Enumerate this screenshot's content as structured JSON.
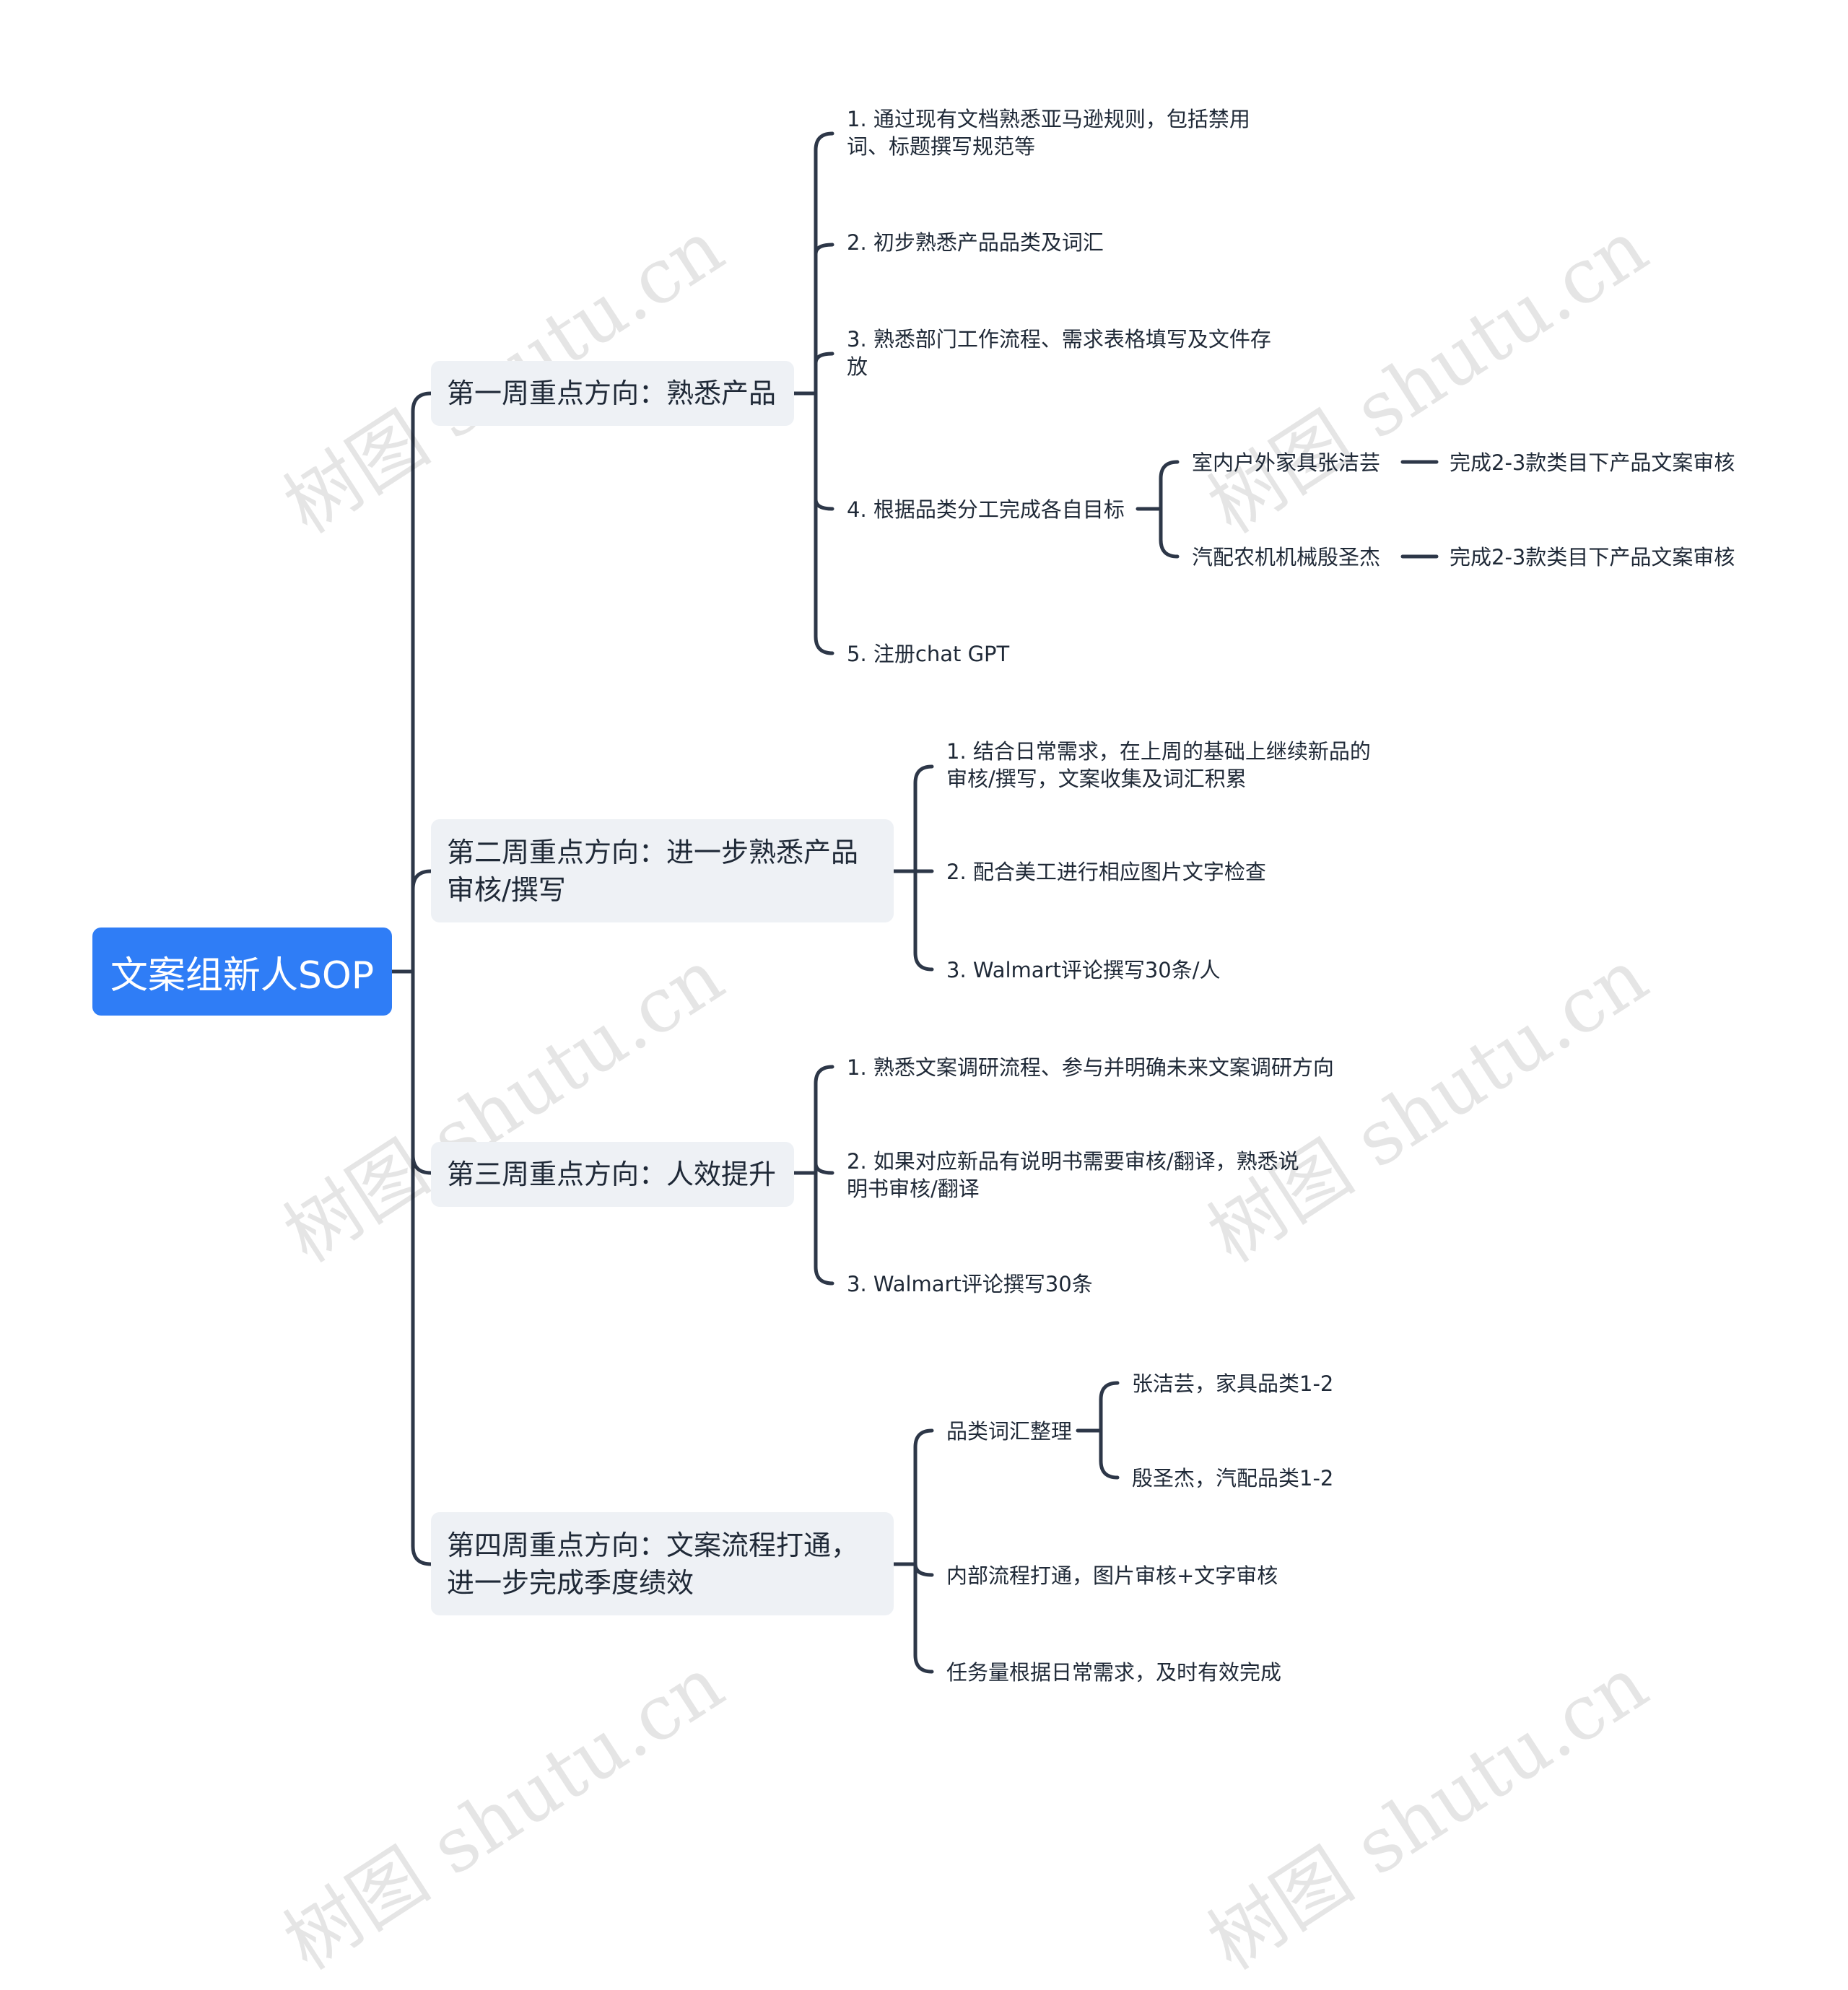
{
  "root": "文案组新人SOP",
  "watermark": "树图 shutu.cn",
  "colors": {
    "root_bg": "#2f7df6",
    "branch_bg": "#eef1f5",
    "line": "#2d3748",
    "text": "#1f2937"
  },
  "branches": [
    {
      "label": "第一周重点方向：熟悉产品",
      "children": [
        {
          "label": "1. 通过现有文档熟悉亚马逊规则，包括禁用词、标题撰写规范等"
        },
        {
          "label": "2. 初步熟悉产品品类及词汇"
        },
        {
          "label": "3. 熟悉部门工作流程、需求表格填写及文件存放"
        },
        {
          "label": "4. 根据品类分工完成各自目标",
          "children": [
            {
              "label": "室内户外家具张洁芸",
              "children": [
                {
                  "label": "完成2-3款类目下产品文案审核"
                }
              ]
            },
            {
              "label": "汽配农机机械殷圣杰",
              "children": [
                {
                  "label": "完成2-3款类目下产品文案审核"
                }
              ]
            }
          ]
        },
        {
          "label": "5. 注册chat GPT"
        }
      ]
    },
    {
      "label": "第二周重点方向：进一步熟悉产品审核/撰写",
      "children": [
        {
          "label": "1. 结合日常需求，在上周的基础上继续新品的审核/撰写，文案收集及词汇积累"
        },
        {
          "label": "2. 配合美工进行相应图片文字检查"
        },
        {
          "label": "3. Walmart评论撰写30条/人"
        }
      ]
    },
    {
      "label": "第三周重点方向：人效提升",
      "children": [
        {
          "label": "1. 熟悉文案调研流程、参与并明确未来文案调研方向"
        },
        {
          "label": "2. 如果对应新品有说明书需要审核/翻译，熟悉说明书审核/翻译"
        },
        {
          "label": "3. Walmart评论撰写30条"
        }
      ]
    },
    {
      "label": "第四周重点方向：文案流程打通，进一步完成季度绩效",
      "children": [
        {
          "label": "品类词汇整理",
          "children": [
            {
              "label": "张洁芸，家具品类1-2"
            },
            {
              "label": "殷圣杰，汽配品类1-2"
            }
          ]
        },
        {
          "label": "内部流程打通，图片审核+文字审核"
        },
        {
          "label": "任务量根据日常需求，及时有效完成"
        }
      ]
    }
  ]
}
